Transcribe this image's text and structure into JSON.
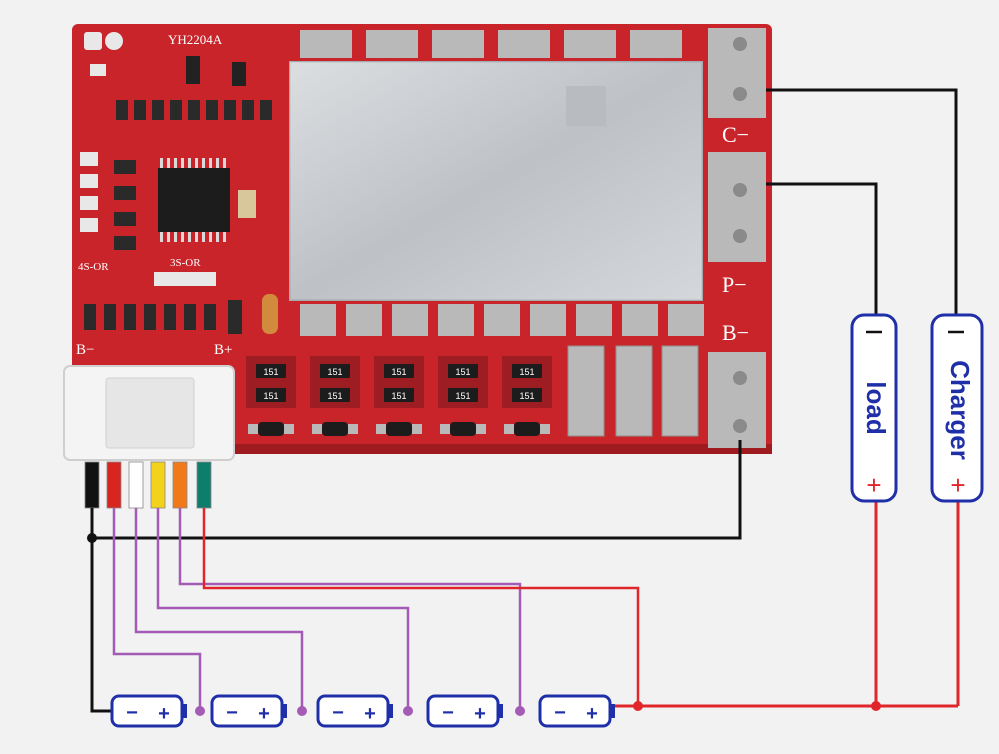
{
  "board": {
    "model": "YH2204A",
    "labels": {
      "b_minus": "B−",
      "b_plus": "B+",
      "c_minus": "C−",
      "p_minus": "P−",
      "b_minus_right": "B−"
    },
    "left_labels": [
      "4S-OR",
      "3S-OR"
    ],
    "resistor_code": "151",
    "colors": {
      "pcb": "#c8242a",
      "heatsink": "#c9ccd0",
      "pad": "#b9b9b9"
    }
  },
  "devices": [
    {
      "id": "load",
      "label": "load",
      "minus": "−",
      "plus": "+"
    },
    {
      "id": "charger",
      "label": "Charger",
      "minus": "−",
      "plus": "+"
    }
  ],
  "cells": {
    "count": 5,
    "minus_symbol": "−",
    "plus_symbol": "+",
    "color": "#1f2fa8"
  },
  "connector": {
    "pin_count": 6,
    "wire_colors": [
      "#111111",
      "#d8251f",
      "#ffffff",
      "#f2d21b",
      "#f07a1a",
      "#0f7d6b"
    ]
  },
  "wiring_colors": {
    "negative": "#111111",
    "positive": "#e0262b",
    "balance": "#a35bb5"
  }
}
